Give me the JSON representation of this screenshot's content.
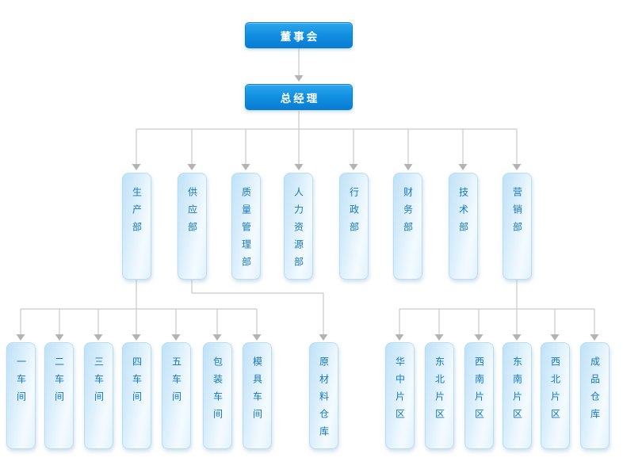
{
  "org_chart": {
    "root": {
      "label": "董事会"
    },
    "general_manager": {
      "label": "总经理"
    },
    "departments": [
      {
        "label": "生产部"
      },
      {
        "label": "供应部"
      },
      {
        "label": "质量管理部"
      },
      {
        "label": "人力资源部"
      },
      {
        "label": "行政部"
      },
      {
        "label": "财务部"
      },
      {
        "label": "技术部"
      },
      {
        "label": "营销部"
      }
    ],
    "production_units": [
      {
        "label": "一车间"
      },
      {
        "label": "二车间"
      },
      {
        "label": "三车间"
      },
      {
        "label": "四车间"
      },
      {
        "label": "五车间"
      },
      {
        "label": "包装车间"
      },
      {
        "label": "模具车间"
      }
    ],
    "supply_units": [
      {
        "label": "原材料仓库"
      }
    ],
    "marketing_units": [
      {
        "label": "华中片区"
      },
      {
        "label": "东北片区"
      },
      {
        "label": "西南片区"
      },
      {
        "label": "东南片区"
      },
      {
        "label": "西北片区"
      },
      {
        "label": "成品仓库"
      }
    ]
  },
  "colors": {
    "executive_box_top": "#2ea6ec",
    "executive_box_bottom": "#0a7cd4",
    "executive_text": "#ffffff",
    "department_box_fill_start": "#bfe2f7",
    "department_box_fill_end": "#f4fbff",
    "department_box_border": "#b7ddf3",
    "department_text": "#1577c2",
    "connector_line": "#c9c9c9",
    "arrowhead": "#b3b3b3",
    "background": "#ffffff"
  }
}
